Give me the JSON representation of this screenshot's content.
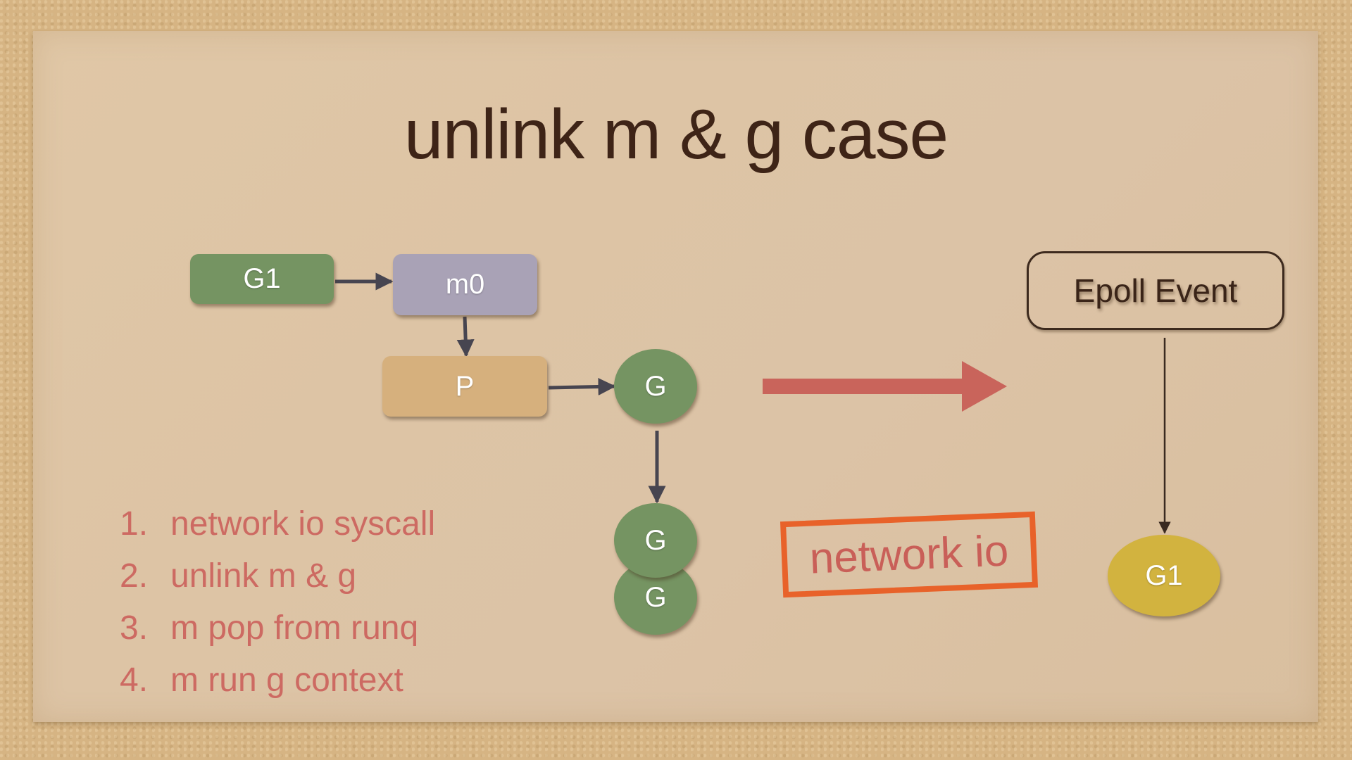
{
  "slide": {
    "title": "unlink m & g case"
  },
  "diagram": {
    "nodes": {
      "g1_box": {
        "label": "G1",
        "color": "#759462"
      },
      "m0": {
        "label": "m0",
        "color": "#a9a2b6"
      },
      "p": {
        "label": "P",
        "color": "#d6b07d"
      },
      "g_running": {
        "label": "G",
        "color": "#759462"
      },
      "g_queue_1": {
        "label": "G",
        "color": "#759462"
      },
      "g_queue_2": {
        "label": "G",
        "color": "#759462"
      },
      "epoll_event": {
        "label": "Epoll Event",
        "color": "#3d2a1e"
      },
      "g1_ready": {
        "label": "G1",
        "color": "#d2b33f"
      }
    },
    "edges": [
      {
        "from": "G1",
        "to": "m0"
      },
      {
        "from": "m0",
        "to": "P"
      },
      {
        "from": "P",
        "to": "G"
      },
      {
        "from": "G",
        "to": "G (runq)"
      },
      {
        "from": "Epoll Event",
        "to": "G1"
      }
    ],
    "transition_arrow_color": "#c9645b",
    "stamp": {
      "label": "network io",
      "border_color": "#e8622a",
      "text_color": "#c95f58"
    }
  },
  "steps": [
    {
      "num": "1.",
      "text": "network io syscall"
    },
    {
      "num": "2.",
      "text": "unlink m & g"
    },
    {
      "num": "3.",
      "text": "m pop from runq"
    },
    {
      "num": "4.",
      "text": "m run g context"
    }
  ]
}
